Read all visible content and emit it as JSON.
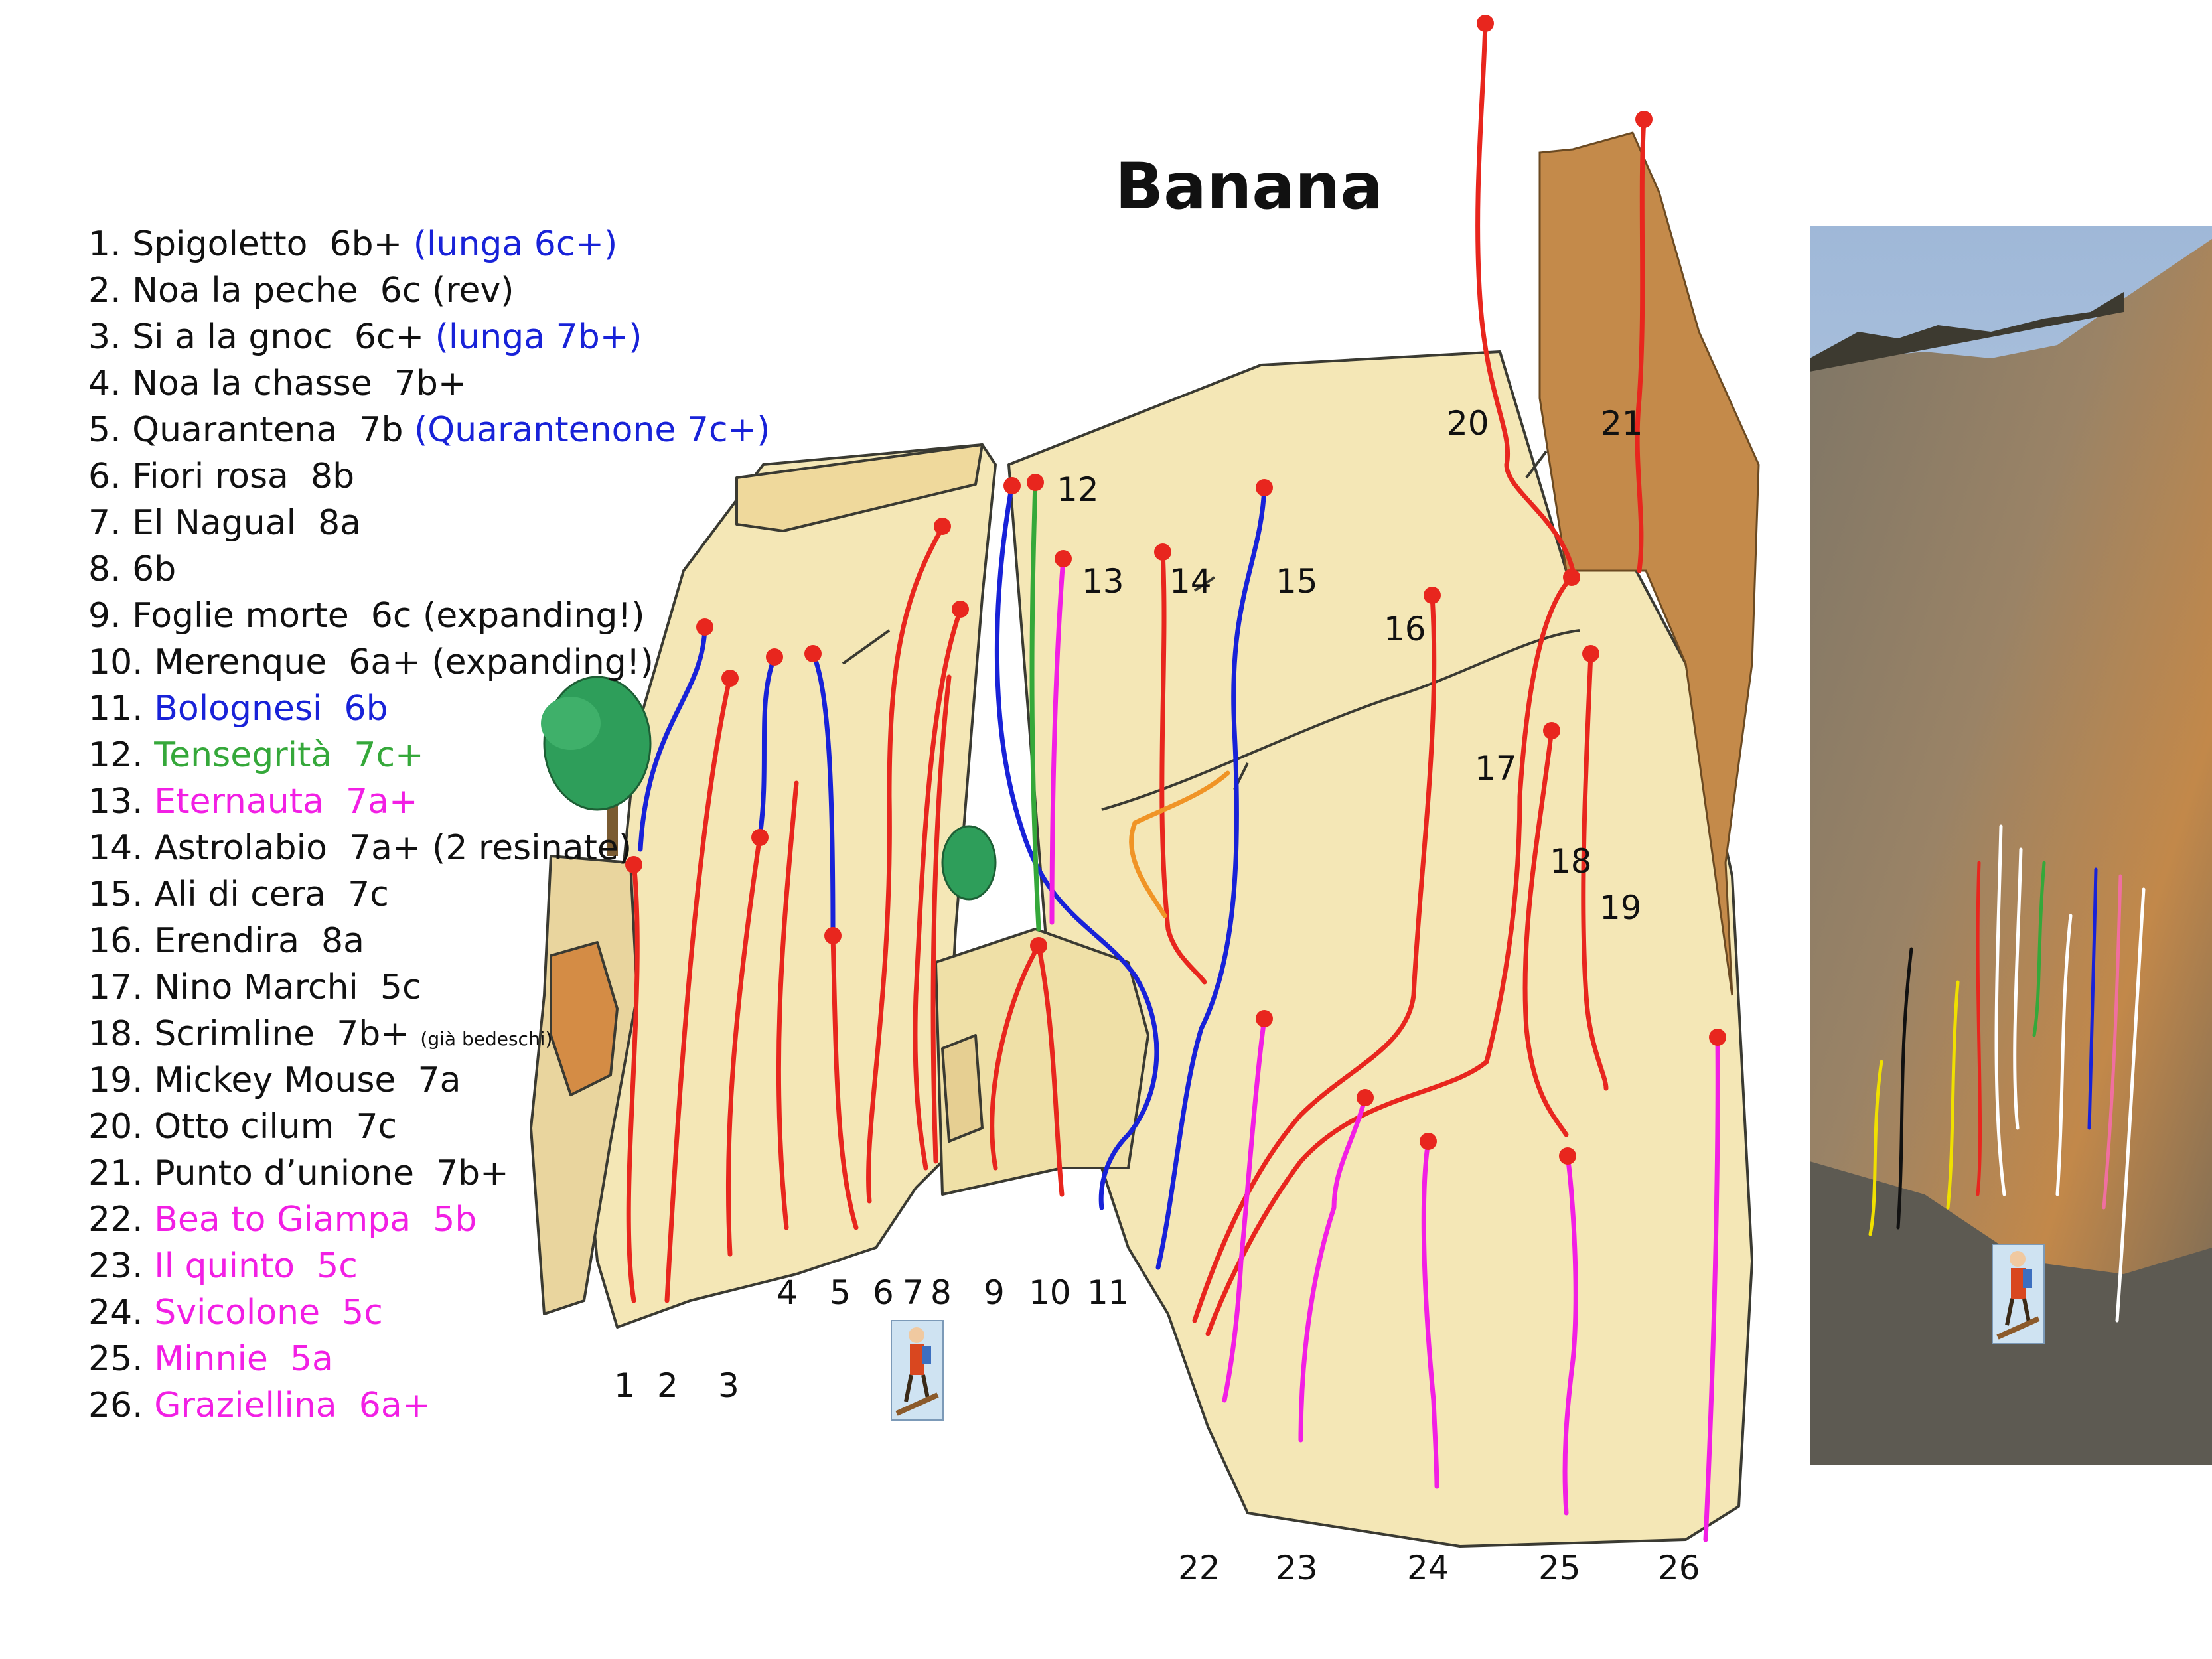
{
  "title": "Banana",
  "colors": {
    "red": "#e8261e",
    "blue": "#1822d8",
    "green": "#35a83a",
    "magenta": "#f21fe4",
    "orange": "#f09426",
    "rock": "#f4e7b6",
    "rock_outline": "#3a3a32",
    "pillar": "#c48a4a",
    "text": "#111111"
  },
  "legend": [
    {
      "num": "1.",
      "name": "Spigoletto",
      "grade": "6b+",
      "extra": "(lunga 6c+)",
      "extra_color": "blue",
      "color": "black"
    },
    {
      "num": "2.",
      "name": "Noa la peche",
      "grade": "6c (rev)",
      "color": "black"
    },
    {
      "num": "3.",
      "name": "Si a la gnoc",
      "grade": "6c+",
      "extra": "(lunga 7b+)",
      "extra_color": "blue",
      "color": "black"
    },
    {
      "num": "4.",
      "name": "Noa la chasse",
      "grade": "7b+",
      "color": "black"
    },
    {
      "num": "5.",
      "name": "Quarantena",
      "grade": "7b",
      "extra": "(Quarantenone 7c+)",
      "extra_color": "blue",
      "color": "black"
    },
    {
      "num": "6.",
      "name": "Fiori rosa",
      "grade": "8b",
      "color": "black"
    },
    {
      "num": "7.",
      "name": "El Nagual",
      "grade": "8a",
      "color": "black"
    },
    {
      "num": "8.",
      "name": "",
      "grade": "6b",
      "color": "black"
    },
    {
      "num": "9.",
      "name": "Foglie morte",
      "grade": "6c (expanding!)",
      "color": "black"
    },
    {
      "num": "10.",
      "name": "Merenque",
      "grade": "6a+ (expanding!)",
      "color": "black"
    },
    {
      "num": "11.",
      "name": "Bolognesi",
      "grade": "6b",
      "color": "blue"
    },
    {
      "num": "12.",
      "name": "Tensegrità",
      "grade": "7c+",
      "color": "green"
    },
    {
      "num": "13.",
      "name": "Eternauta",
      "grade": "7a+",
      "color": "magenta"
    },
    {
      "num": "14.",
      "name": "Astrolabio",
      "grade": "7a+ (2 resinate)",
      "color": "black"
    },
    {
      "num": "15.",
      "name": "Ali di cera",
      "grade": "7c",
      "color": "black"
    },
    {
      "num": "16.",
      "name": "Erendira",
      "grade": "8a",
      "color": "black"
    },
    {
      "num": "17.",
      "name": "Nino Marchi",
      "grade": "5c",
      "color": "black"
    },
    {
      "num": "18.",
      "name": "Scrimline",
      "grade": "7b+",
      "extra": "(già bedeschi)",
      "extra_small": true,
      "color": "black"
    },
    {
      "num": "19.",
      "name": "Mickey Mouse",
      "grade": "7a",
      "color": "black"
    },
    {
      "num": "20.",
      "name": "Otto cilum",
      "grade": "7c",
      "color": "black"
    },
    {
      "num": "21.",
      "name": "Punto d’unione",
      "grade": "7b+",
      "color": "black"
    },
    {
      "num": "22.",
      "name": "Bea to Giampa",
      "grade": "5b",
      "color": "magenta"
    },
    {
      "num": "23.",
      "name": "Il quinto",
      "grade": "5c",
      "color": "magenta"
    },
    {
      "num": "24.",
      "name": "Svicolone",
      "grade": "5c",
      "color": "magenta"
    },
    {
      "num": "25.",
      "name": "Minnie",
      "grade": "5a",
      "color": "magenta"
    },
    {
      "num": "26.",
      "name": "Graziellina",
      "grade": "6a+",
      "color": "magenta"
    }
  ],
  "route_numbers": [
    {
      "label": "1"
    },
    {
      "label": "2"
    },
    {
      "label": "3"
    },
    {
      "label": "4"
    },
    {
      "label": "5"
    },
    {
      "label": "6"
    },
    {
      "label": "7"
    },
    {
      "label": "8"
    },
    {
      "label": "9"
    },
    {
      "label": "10"
    },
    {
      "label": "11"
    },
    {
      "label": "12"
    },
    {
      "label": "13"
    },
    {
      "label": "14"
    },
    {
      "label": "15"
    },
    {
      "label": "16"
    },
    {
      "label": "17"
    },
    {
      "label": "18"
    },
    {
      "label": "19"
    },
    {
      "label": "20"
    },
    {
      "label": "21"
    },
    {
      "label": "22"
    },
    {
      "label": "23"
    },
    {
      "label": "24"
    },
    {
      "label": "25"
    },
    {
      "label": "26"
    }
  ],
  "icons": [
    "climber-icon",
    "tree-icon",
    "bush-icon",
    "cliff-photo"
  ]
}
